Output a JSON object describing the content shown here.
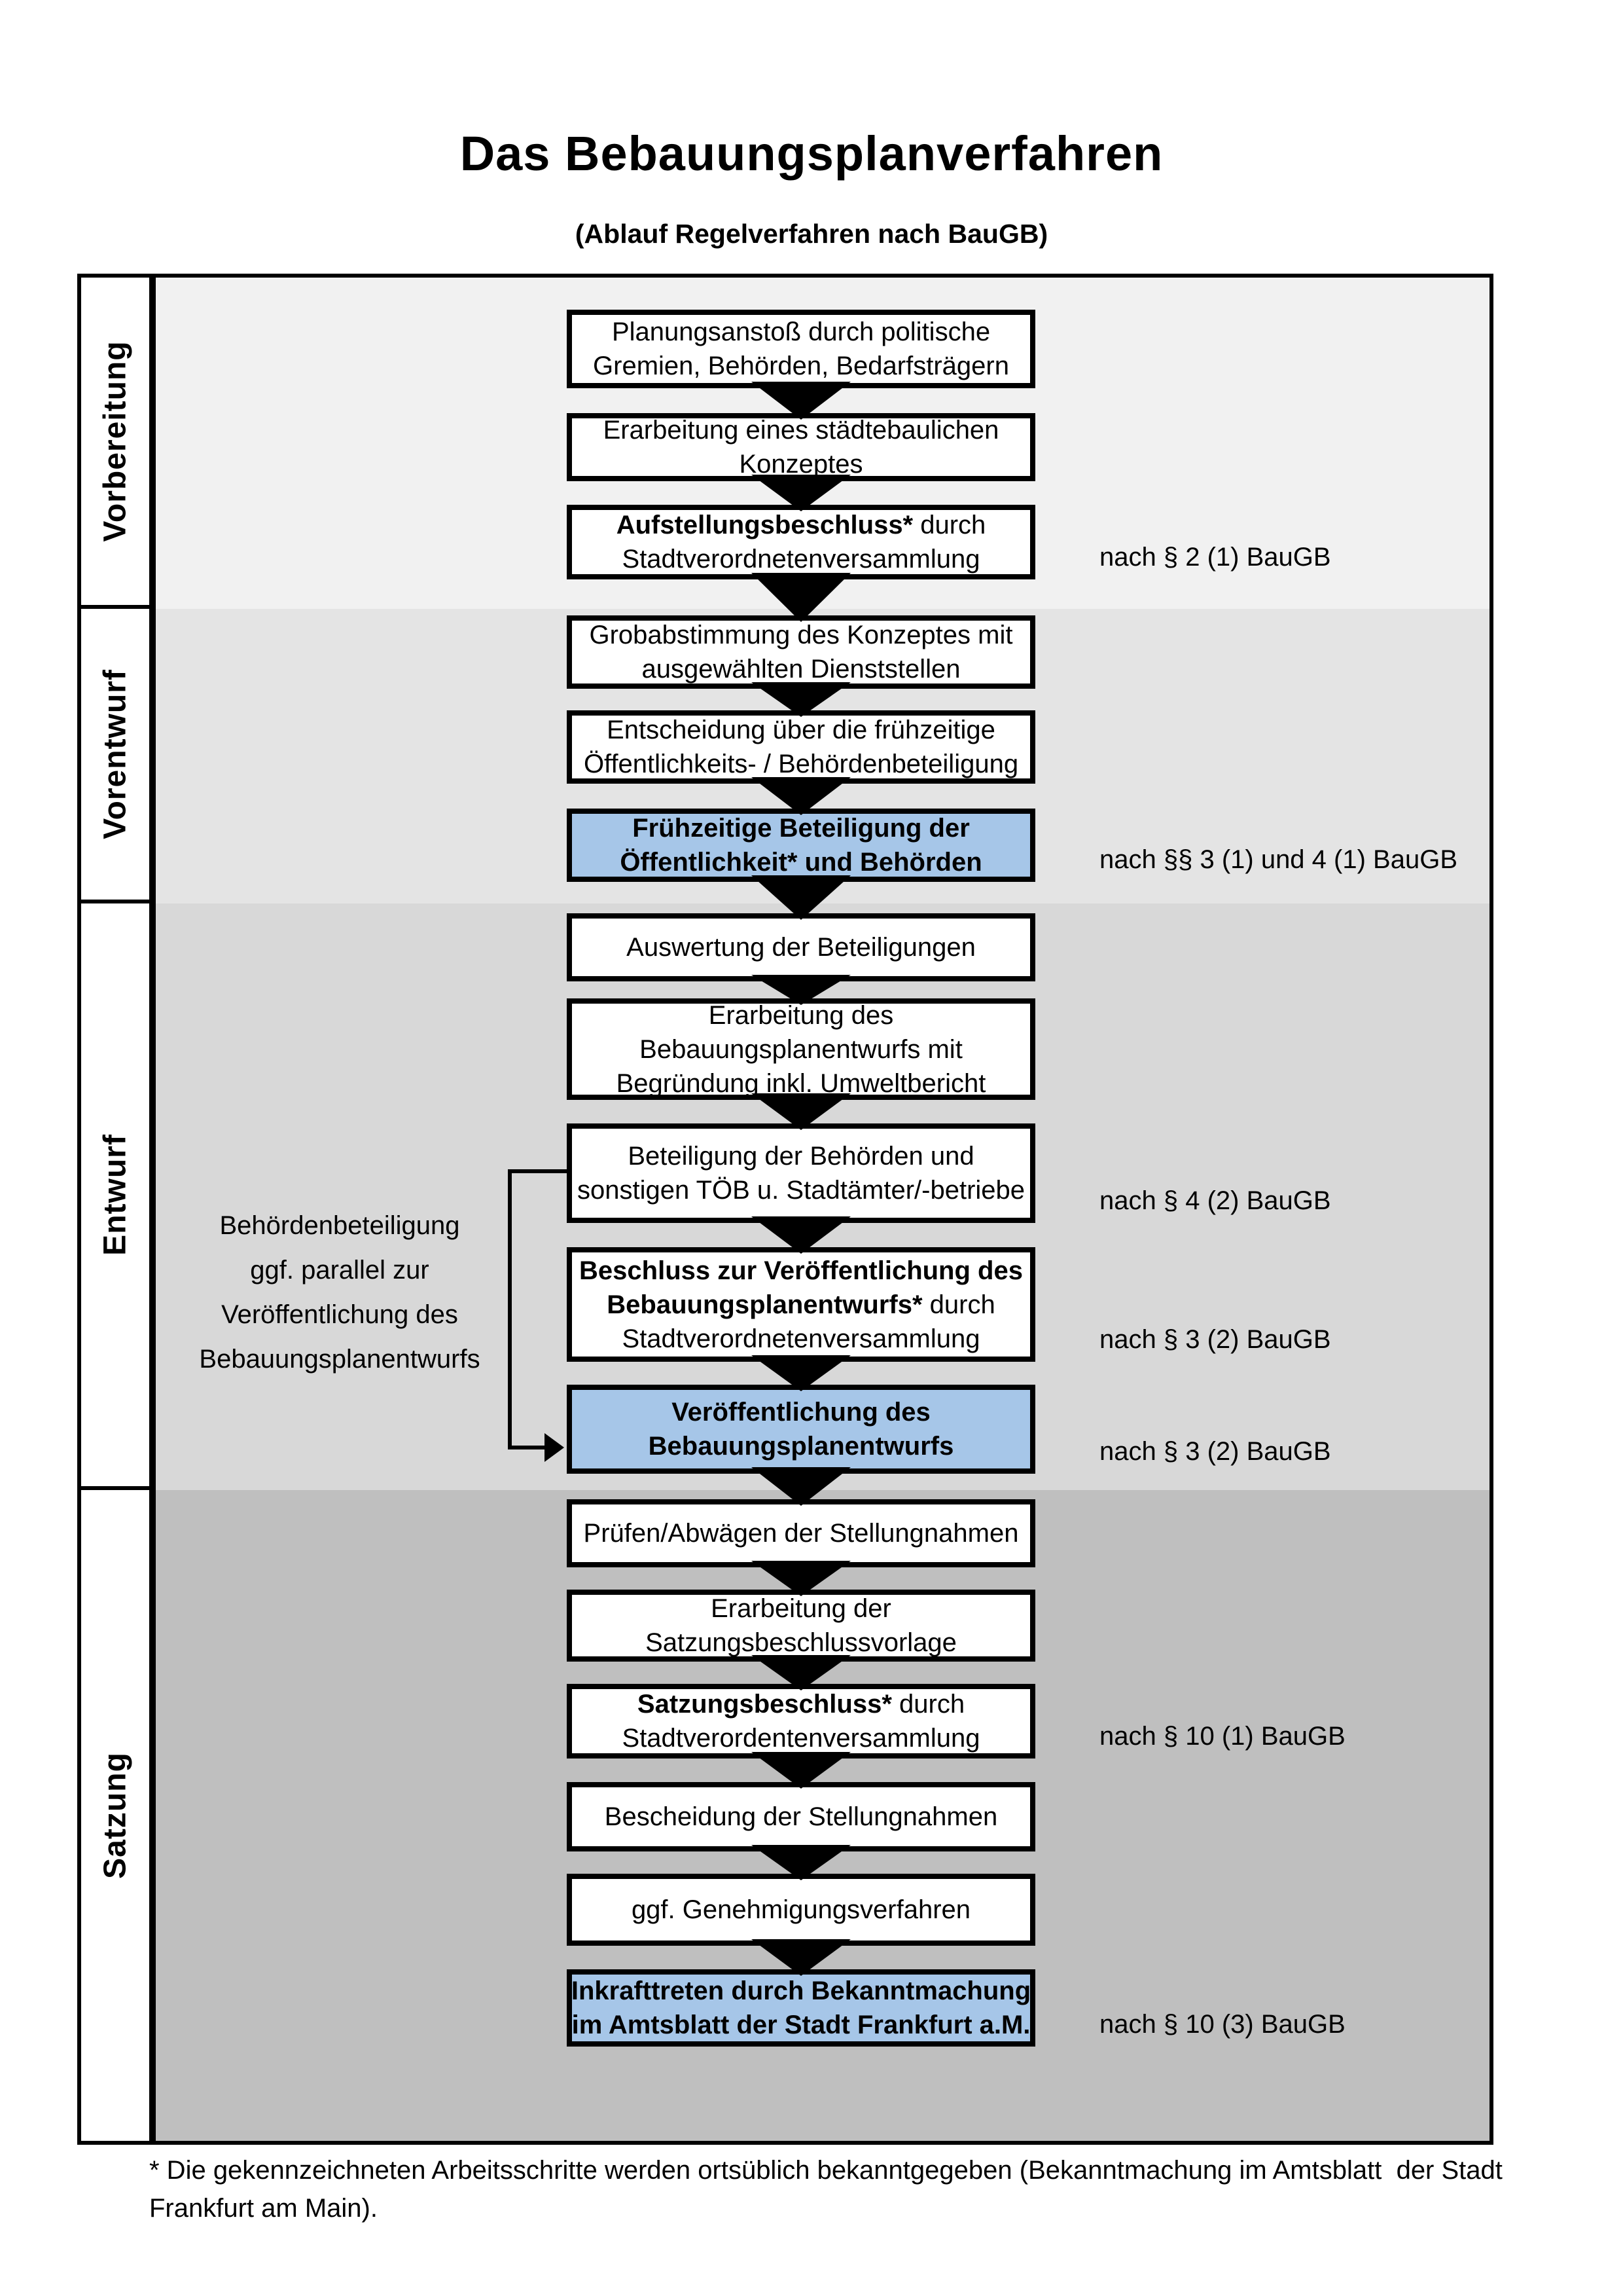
{
  "title": "Das Bebauungsplanverfahren",
  "subtitle": "(Ablauf Regelverfahren nach BauGB)",
  "accent_color": "#a6c6e8",
  "phase_track_colors": [
    "#f1f1f1",
    "#e4e4e4",
    "#d8d8d8",
    "#bfbfbf"
  ],
  "phases": [
    {
      "label": "Vorbereitung"
    },
    {
      "label": "Vorentwurf"
    },
    {
      "label": "Entwurf"
    },
    {
      "label": "Satzung"
    }
  ],
  "steps": [
    {
      "highlight": false,
      "law": null,
      "lines": [
        [
          {
            "t": "Planungsanstoß durch politische",
            "b": false
          }
        ],
        [
          {
            "t": "Gremien, Behörden, Bedarfsträgern",
            "b": false
          }
        ]
      ]
    },
    {
      "highlight": false,
      "law": null,
      "lines": [
        [
          {
            "t": "Erarbeitung eines städtebaulichen",
            "b": false
          }
        ],
        [
          {
            "t": "Konzeptes",
            "b": false
          }
        ]
      ]
    },
    {
      "highlight": false,
      "law": "nach § 2 (1) BauGB",
      "lines": [
        [
          {
            "t": "Aufstellungsbeschluss*",
            "b": true
          },
          {
            "t": " durch",
            "b": false
          }
        ],
        [
          {
            "t": "Stadtverordnetenversammlung",
            "b": false
          }
        ]
      ]
    },
    {
      "highlight": false,
      "law": null,
      "lines": [
        [
          {
            "t": "Grobabstimmung des Konzeptes mit",
            "b": false
          }
        ],
        [
          {
            "t": "ausgewählten Dienststellen",
            "b": false
          }
        ]
      ]
    },
    {
      "highlight": false,
      "law": null,
      "lines": [
        [
          {
            "t": "Entscheidung über die frühzeitige",
            "b": false
          }
        ],
        [
          {
            "t": "Öffentlichkeits- / Behördenbeteiligung",
            "b": false
          }
        ]
      ]
    },
    {
      "highlight": true,
      "law": "nach §§ 3 (1) und 4 (1) BauGB",
      "lines": [
        [
          {
            "t": "Frühzeitige Beteiligung der",
            "b": true
          }
        ],
        [
          {
            "t": "Öffentlichkeit* und Behörden",
            "b": true
          }
        ]
      ]
    },
    {
      "highlight": false,
      "law": null,
      "lines": [
        [
          {
            "t": "Auswertung der Beteiligungen",
            "b": false
          }
        ]
      ]
    },
    {
      "highlight": false,
      "law": null,
      "lines": [
        [
          {
            "t": "Erarbeitung des",
            "b": false
          }
        ],
        [
          {
            "t": "Bebauungsplanentwurfs mit",
            "b": false
          }
        ],
        [
          {
            "t": "Begründung inkl. Umweltbericht",
            "b": false
          }
        ]
      ]
    },
    {
      "highlight": false,
      "law": "nach § 4 (2) BauGB",
      "lines": [
        [
          {
            "t": "Beteiligung der Behörden und",
            "b": false
          }
        ],
        [
          {
            "t": "sonstigen TÖB u. Stadtämter/-betriebe",
            "b": false
          }
        ]
      ]
    },
    {
      "highlight": false,
      "law": "nach § 3 (2) BauGB",
      "lines": [
        [
          {
            "t": "Beschluss zur Veröffentlichung des",
            "b": true
          }
        ],
        [
          {
            "t": "Bebauungsplanentwurfs*",
            "b": true
          },
          {
            "t": " durch",
            "b": false
          }
        ],
        [
          {
            "t": "Stadtverordnetenversammlung",
            "b": false
          }
        ]
      ]
    },
    {
      "highlight": true,
      "law": "nach § 3 (2) BauGB",
      "lines": [
        [
          {
            "t": "Veröffentlichung des",
            "b": true
          }
        ],
        [
          {
            "t": "Bebauungsplanentwurfs",
            "b": true
          }
        ]
      ]
    },
    {
      "highlight": false,
      "law": null,
      "lines": [
        [
          {
            "t": "Prüfen/Abwägen der Stellungnahmen",
            "b": false
          }
        ]
      ]
    },
    {
      "highlight": false,
      "law": null,
      "lines": [
        [
          {
            "t": "Erarbeitung der",
            "b": false
          }
        ],
        [
          {
            "t": "Satzungsbeschlussvorlage",
            "b": false
          }
        ]
      ]
    },
    {
      "highlight": false,
      "law": "nach § 10 (1) BauGB",
      "lines": [
        [
          {
            "t": "Satzungsbeschluss*",
            "b": true
          },
          {
            "t": " durch",
            "b": false
          }
        ],
        [
          {
            "t": "Stadtverordentenversammlung",
            "b": false
          }
        ]
      ]
    },
    {
      "highlight": false,
      "law": null,
      "lines": [
        [
          {
            "t": "Bescheidung der Stellungnahmen",
            "b": false
          }
        ]
      ]
    },
    {
      "highlight": false,
      "law": null,
      "lines": [
        [
          {
            "t": "ggf. Genehmigungsverfahren",
            "b": false
          }
        ]
      ]
    },
    {
      "highlight": true,
      "law": "nach § 10 (3) BauGB",
      "lines": [
        [
          {
            "t": "Inkrafttreten",
            "b": true
          },
          {
            "t": " durch Bekanntmachung",
            "b": false
          }
        ],
        [
          {
            "t": "im Amtsblatt der Stadt Frankfurt a.M.",
            "b": false
          }
        ]
      ]
    }
  ],
  "side_note": {
    "lines": [
      "Behördenbeteiligung",
      "ggf. parallel zur",
      "Veröffentlichung des",
      "Bebauungsplanentwurfs"
    ]
  },
  "footnote": {
    "lines": [
      "* Die gekennzeichneten Arbeitsschritte werden ortsüblich bekanntgegeben (Bekanntmachung im Amtsblatt  der Stadt",
      "Frankfurt am Main)."
    ]
  }
}
